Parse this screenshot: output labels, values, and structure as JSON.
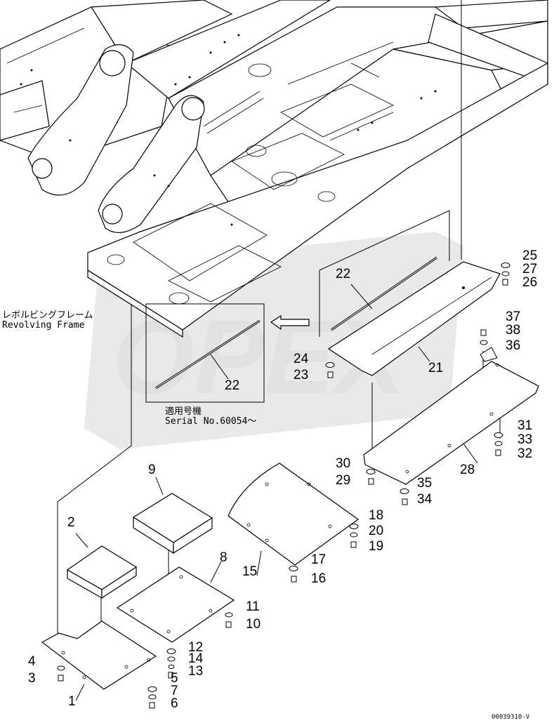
{
  "frame_label": {
    "jp": "レボルビングフレーム",
    "en": "Revolving Frame"
  },
  "inset_label": {
    "jp": "適用号機",
    "en": "Serial No.60054～"
  },
  "watermark_text": "OPEX",
  "drawing_code": "00039310-V",
  "callouts": [
    "1",
    "2",
    "3",
    "4",
    "5",
    "6",
    "7",
    "8",
    "9",
    "10",
    "11",
    "12",
    "13",
    "14",
    "15",
    "16",
    "17",
    "18",
    "19",
    "20",
    "21",
    "22",
    "22",
    "23",
    "24",
    "25",
    "26",
    "27",
    "28",
    "29",
    "30",
    "31",
    "32",
    "33",
    "34",
    "35",
    "36",
    "37",
    "38"
  ]
}
